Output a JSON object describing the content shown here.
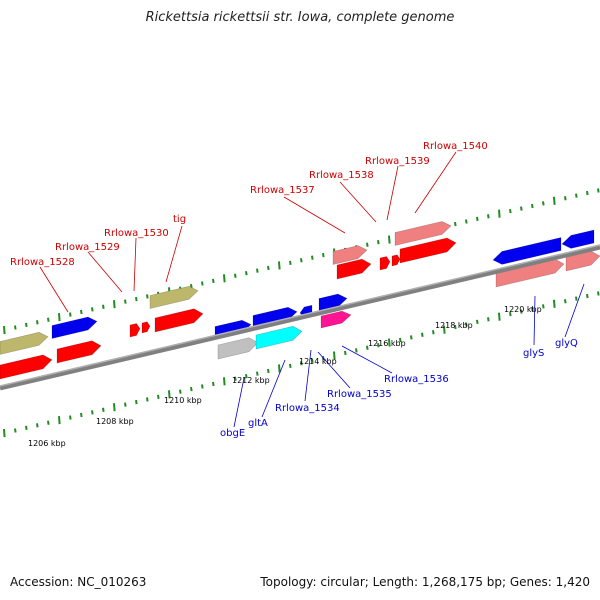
{
  "title": "Rickettsia rickettsii str. Iowa, complete genome",
  "footer": {
    "accession": "Accession: NC_010263",
    "stats": "Topology: circular; Length: 1,268,175 bp; Genes: 1,420"
  },
  "ticks": [
    "1206 kbp",
    "1208 kbp",
    "1210 kbp",
    "1212 kbp",
    "1214 kbp",
    "1216 kbp",
    "1218 kbp",
    "1220 kbp"
  ],
  "labels_top": [
    "Rrlowa_1528",
    "Rrlowa_1529",
    "Rrlowa_1530",
    "tig",
    "Rrlowa_1537",
    "Rrlowa_1538",
    "Rrlowa_1539",
    "Rrlowa_1540"
  ],
  "labels_bottom": [
    "obgE",
    "gltA",
    "Rrlowa_1534",
    "Rrlowa_1535",
    "Rrlowa_1536",
    "glyS",
    "glyQ"
  ],
  "colors": {
    "top_label": "#cc0000",
    "bottom_label": "#0000cc",
    "backbone": "#808080",
    "dots": "#228b22",
    "red": "#ff0000",
    "salmon": "#f08080",
    "blue": "#0000ee",
    "olive": "#bdb76b",
    "gray": "#c0c0c0",
    "cyan": "#00ffff",
    "magenta": "#ff1493"
  }
}
